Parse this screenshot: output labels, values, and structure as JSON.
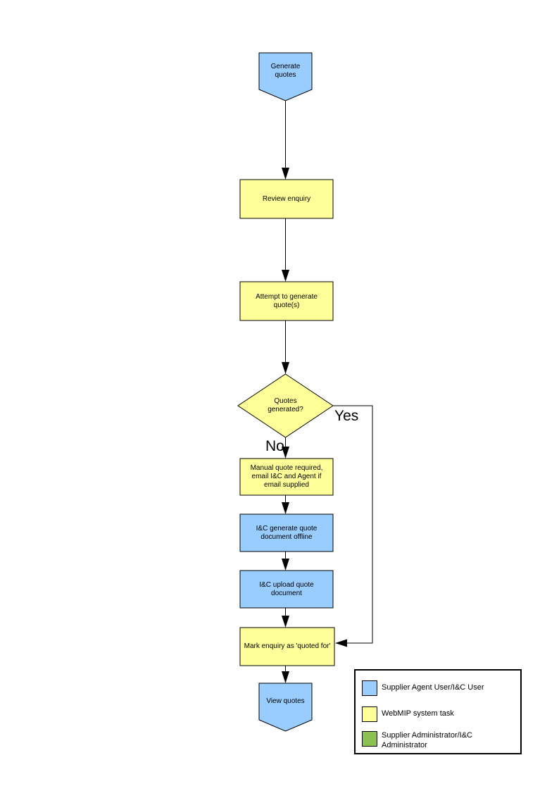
{
  "colors": {
    "actor_blue": "#99CCFF",
    "system_yellow": "#FFFF99",
    "admin_green": "#8CC152",
    "line": "#000000"
  },
  "nodes": {
    "start": "Generate quotes",
    "review": "Review enquiry",
    "attempt": "Attempt to generate quote(s)",
    "decision": "Quotes generated?",
    "manual": "Manual quote required, email I&C and Agent if email supplied",
    "offline": "I&C generate quote document offline",
    "upload": "I&C upload quote document",
    "mark": "Mark enquiry as 'quoted for'",
    "end": "View quotes"
  },
  "branch_labels": {
    "yes": "Yes",
    "no": "No"
  },
  "legend": {
    "items": [
      {
        "label": "Supplier Agent User/I&C User",
        "color": "#99CCFF"
      },
      {
        "label": "WebMIP system task",
        "color": "#FFFF99"
      },
      {
        "label": "Supplier Administrator/I&C Administrator",
        "color": "#8CC152"
      }
    ]
  }
}
